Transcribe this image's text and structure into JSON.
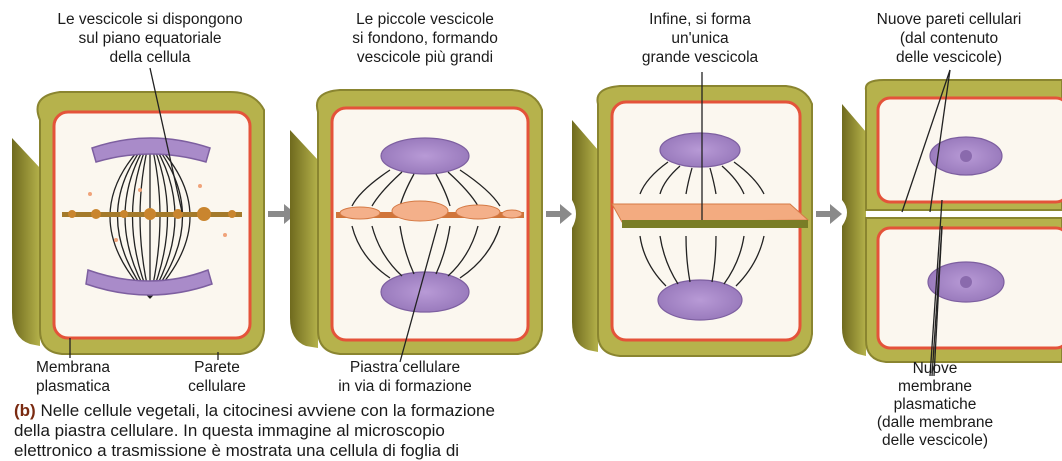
{
  "labels": {
    "step1": [
      "Le vescicole si dispongono",
      "sul piano equatoriale",
      "della cellula"
    ],
    "step2": [
      "Le piccole vescicole",
      "si fondono, formando",
      "vescicole più grandi"
    ],
    "step3": [
      "Infine, si forma",
      "un'unica",
      "grande vescicola"
    ],
    "step4": [
      "Nuove pareti cellulari",
      "(dal contenuto",
      "delle vescicole)"
    ],
    "membrane": [
      "Membrana",
      "plasmatica"
    ],
    "wall": [
      "Parete",
      "cellulare"
    ],
    "plate": [
      "Piastra cellulare",
      "in via di formazione"
    ],
    "new_membranes": [
      "Nuove",
      "membrane",
      "plasmatiche",
      "(dalle membrane",
      "delle vescicole)"
    ]
  },
  "caption": {
    "tag": "(b)",
    "line1": " Nelle cellule vegetali, la citocinesi avviene con la formazione",
    "line2": "della piastra cellulare. In questa immagine al microscopio",
    "line3": "elettronico a trasmissione è mostrata una cellula di foglia di"
  },
  "colors": {
    "wall": "#a8a640",
    "wall_dark": "#7e7a28",
    "cytoplasm": "#fbf7ef",
    "membrane": "#e4533a",
    "chromatin": "#a98bc9",
    "vesicle": "#e08a4a",
    "plate": "#7a7d26",
    "spindle": "#222222"
  }
}
